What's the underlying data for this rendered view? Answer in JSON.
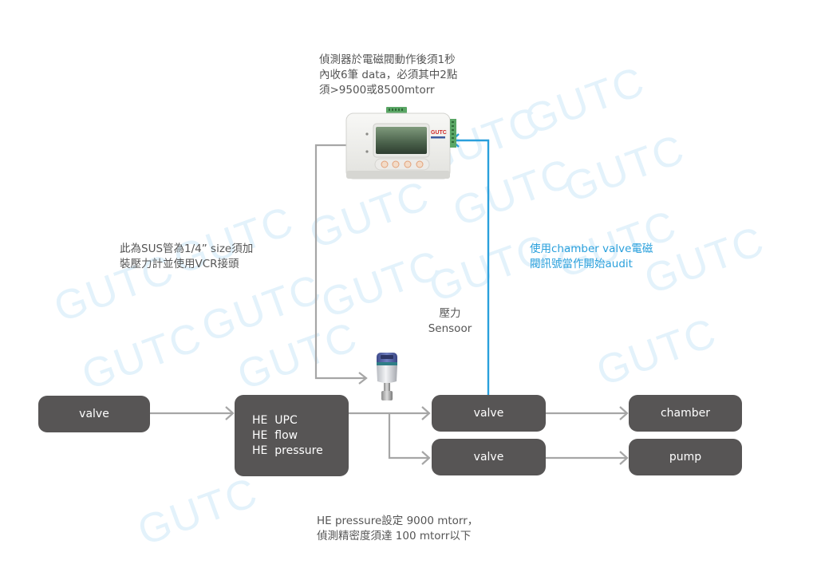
{
  "watermark": {
    "text": "GUTC",
    "color": "#e3f2fb",
    "instances": [
      "GUTC",
      "GUTC",
      "GUTC",
      "GUTC",
      "GUTC",
      "GUTC",
      "GUTC",
      "GUTC",
      "GUTC",
      "GUTC",
      "GUTC",
      "GUTC",
      "GUTC",
      "GUTC",
      "GUTC",
      "GUTC"
    ]
  },
  "notes": {
    "device_requirement": [
      "偵測器於電磁閥動作後須1秒",
      "內收6筆 data，必須其中2點",
      "須>9500或8500mtorr"
    ],
    "pipe_requirement": [
      "此為SUS管為1/4” size須加",
      "裝壓力計並使用VCR接頭"
    ],
    "trigger_signal": [
      "使用chamber valve電磁",
      "閥訊號當作開始audit"
    ],
    "sensor_label": [
      "壓力",
      "Sensoor"
    ],
    "pressure_setting": [
      "HE pressure設定 9000 mtorr，",
      "偵測精密度須達 100 mtorr以下"
    ]
  },
  "nodes": {
    "valve_in": "valve",
    "he_controller": [
      "HE  UPC",
      "HE  flow",
      "HE  pressure"
    ],
    "valve_chamber": "valve",
    "valve_pump": "valve",
    "chamber": "chamber",
    "pump": "pump"
  },
  "device": {
    "name": "pressure-data-logger",
    "logo_text": "GUTC",
    "button_count": 4
  },
  "colors": {
    "box_fill": "#575555",
    "box_text": "#ffffff",
    "connector": "#a6a6a6",
    "signal": "#2aa0dc",
    "note_text": "#555555",
    "note_highlight": "#2aa0dc"
  }
}
